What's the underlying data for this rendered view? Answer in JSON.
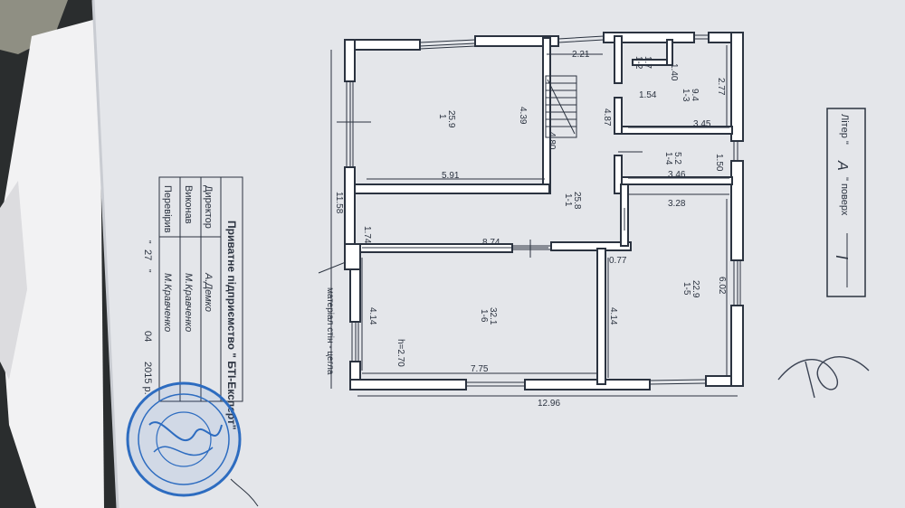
{
  "plan": {
    "dimensions": {
      "d_2_21": "2.21",
      "d_1_40": "1.40",
      "d_2_77": "2.77",
      "d_1_54": "1.54",
      "d_4_39": "4.39",
      "d_4_87": "4.87",
      "d_3_45": "3.45",
      "d_4_80": "4.80",
      "d_1_50": "1.50",
      "d_3_46": "3.46",
      "d_5_91": "5.91",
      "d_11_58": "11.58",
      "d_3_28": "3.28",
      "d_1_74": "1.74",
      "d_8_74": "8.74",
      "d_0_77": "0.77",
      "d_6_02": "6.02",
      "d_4_14_left": "4.14",
      "d_4_14_mid": "4.14",
      "d_7_75": "7.75",
      "d_12_96": "12.96",
      "height": "h=2.70"
    },
    "rooms": [
      {
        "num": "1",
        "area": "25.9"
      },
      {
        "num": "1-1",
        "area": "25.8"
      },
      {
        "num": "1-2",
        "area": "1.7"
      },
      {
        "num": "1-3",
        "area": "9.4"
      },
      {
        "num": "1-4",
        "area": "5.2"
      },
      {
        "num": "1-5",
        "area": "22.9"
      },
      {
        "num": "1-6",
        "area": "32.1"
      }
    ],
    "wall_material": "матеріал стін - цегла"
  },
  "litera_box": {
    "litera_label": "Літер \"",
    "litera_value": "А",
    "floor_label": "\" поверх",
    "floor_value": "I"
  },
  "stamp_table": {
    "company": "Приватне підприємство \" БТІ-Експерт\"",
    "rows": [
      {
        "role": "Директор",
        "name": "А.Демко"
      },
      {
        "role": "Виконав",
        "name": "М.Кравченко"
      },
      {
        "role": "Перевірив",
        "name": "М.Кравченко"
      }
    ],
    "date_day": "27",
    "date_month": "04",
    "date_year": "2015 р."
  },
  "colors": {
    "paper": "#e4e6ea",
    "ink": "#2b3340",
    "stamp": "#2d6cc0",
    "background": "#2a2d2e"
  }
}
